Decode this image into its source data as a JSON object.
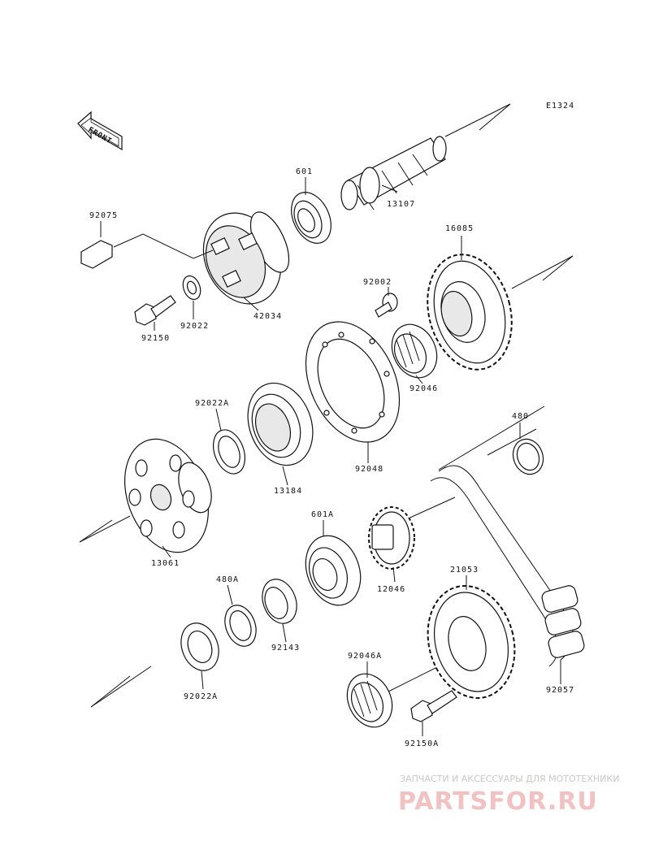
{
  "diagram_code": "E1324",
  "front_label": "FRONT",
  "parts": {
    "p601": "601",
    "p13107": "13107",
    "p92075": "92075",
    "p16085": "16085",
    "p92002": "92002",
    "p42034": "42034",
    "p92022": "92022",
    "p92150": "92150",
    "p92046": "92046",
    "p92022A_top": "92022A",
    "p480": "480",
    "p92048": "92048",
    "p13184": "13184",
    "p601A": "601A",
    "p13061": "13061",
    "p480A": "480A",
    "p21053": "21053",
    "p12046": "12046",
    "p92143": "92143",
    "p92046A": "92046A",
    "p92057": "92057",
    "p92022A_bottom": "92022A",
    "p92150A": "92150A"
  },
  "watermark": {
    "tagline": "ЗАПЧАСТИ И АКСЕССУАРЫ ДЛЯ МОТОТЕХНИКИ",
    "logo": "PARTSFOR.RU"
  }
}
